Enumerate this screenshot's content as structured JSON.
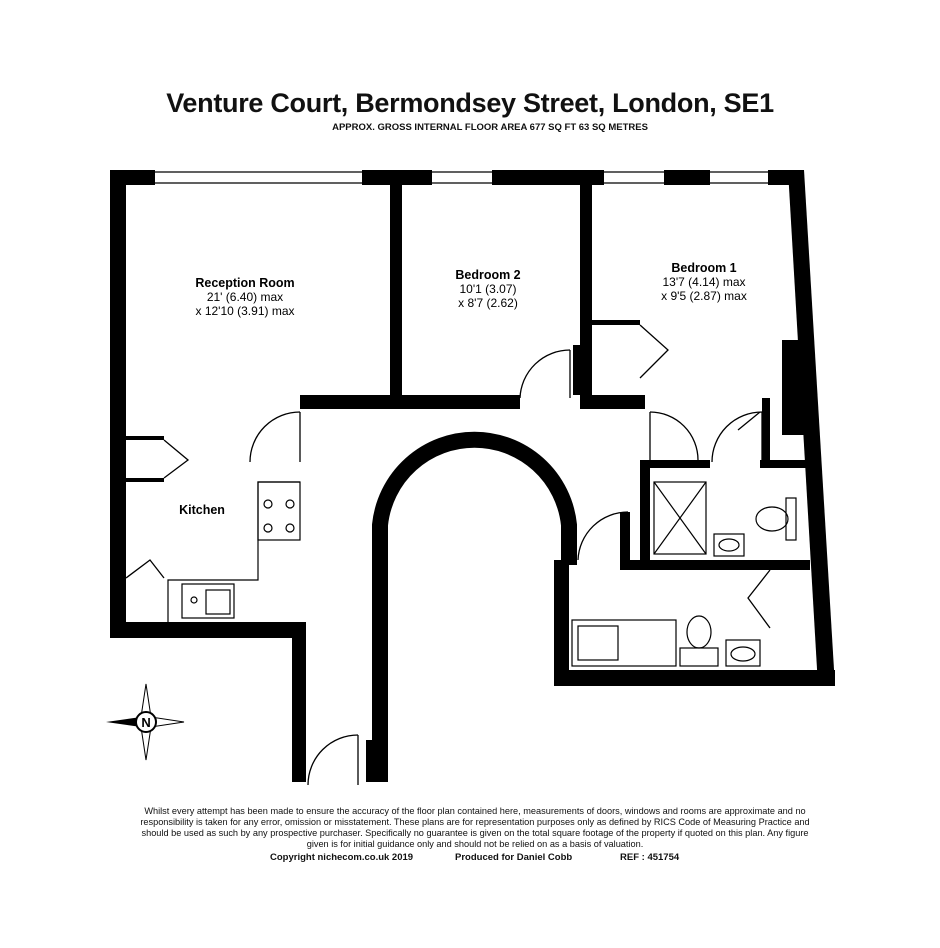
{
  "header": {
    "title": "Venture Court, Bermondsey Street, London, SE1",
    "subtitle": "APPROX. GROSS INTERNAL FLOOR AREA 677 SQ FT 63 SQ METRES"
  },
  "rooms": {
    "reception": {
      "name": "Reception Room",
      "dim1": "21' (6.40) max",
      "dim2": "x 12'10 (3.91) max"
    },
    "bedroom2": {
      "name": "Bedroom 2",
      "dim1": "10'1 (3.07)",
      "dim2": "x 8'7 (2.62)"
    },
    "bedroom1": {
      "name": "Bedroom 1",
      "dim1": "13'7 (4.14) max",
      "dim2": "x 9'5 (2.87) max"
    },
    "kitchen": {
      "name": "Kitchen"
    }
  },
  "compass": {
    "letter": "N"
  },
  "footer": {
    "disclaimer": "Whilst every attempt has been made to ensure the accuracy of the floor plan contained here, measurements of doors, windows and rooms are approximate and no responsibility is taken for any error, omission or misstatement. These plans are for representation purposes only as defined by RICS Code of Measuring Practice and should be used as such by any prospective purchaser.  Specifically no guarantee is given on the total square footage of the property if quoted on this plan. Any figure given is for initial guidance only and should not be relied on as a basis of valuation.",
    "copyright": "Copyright  nichecom.co.uk  2019",
    "produced": "Produced  for  Daniel  Cobb",
    "ref": "REF  :  451754"
  },
  "colors": {
    "wall": "#000000",
    "background": "#ffffff",
    "fixture": "#555555"
  }
}
